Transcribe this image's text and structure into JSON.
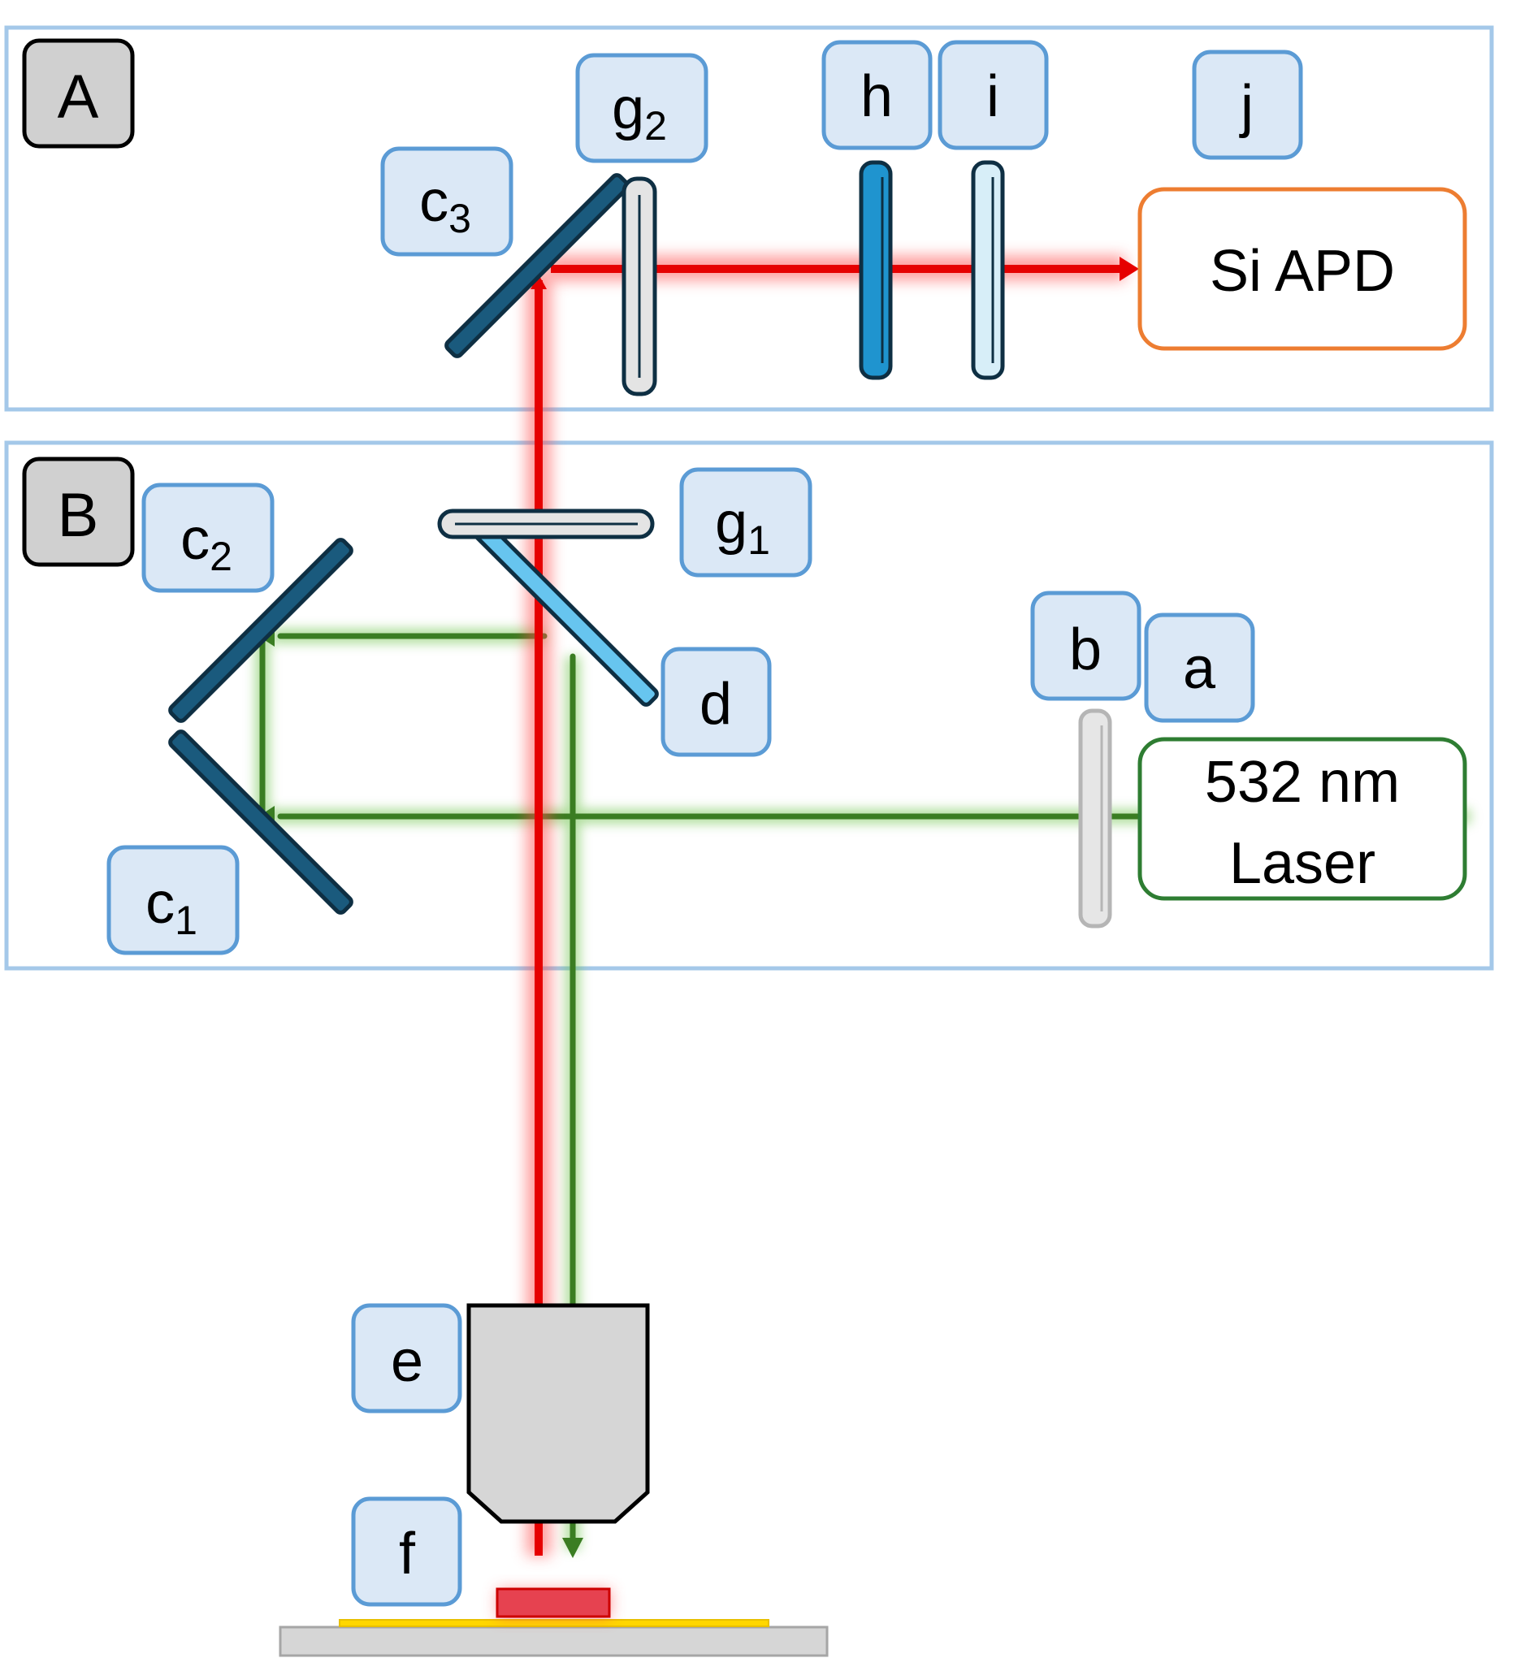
{
  "panels": {
    "a_label": "A",
    "b_label": "B"
  },
  "labels": {
    "a": "a",
    "b": "b",
    "c1": {
      "base": "c",
      "sub": "1"
    },
    "c2": {
      "base": "c",
      "sub": "2"
    },
    "c3": {
      "base": "c",
      "sub": "3"
    },
    "d": "d",
    "e": "e",
    "f": "f",
    "g1": {
      "base": "g",
      "sub": "1"
    },
    "g2": {
      "base": "g",
      "sub": "2"
    },
    "h": "h",
    "i": "i",
    "j": "j"
  },
  "devices": {
    "detector": "Si APD",
    "laser_line1": "532 nm",
    "laser_line2": "Laser"
  },
  "colors": {
    "panel_border": "#a4c8e9",
    "label_fill": "#dbe8f6",
    "label_border": "#5b9bd5",
    "panel_tag_fill": "#d0d0d0",
    "mirror_dark": "#1a5a7d",
    "dichroic": "#67c5ef",
    "filter_h": "#1f94cf",
    "filter_i": "#d7eef8",
    "lens": "#e4e4e4",
    "red_beam": "#e60000",
    "green_beam": "#3a7d22",
    "apd_border": "#ed7d31",
    "laser_border": "#2e7d32",
    "sample": "#e64250",
    "gold_film": "#ffd700",
    "stage": "#d6d6d6"
  }
}
